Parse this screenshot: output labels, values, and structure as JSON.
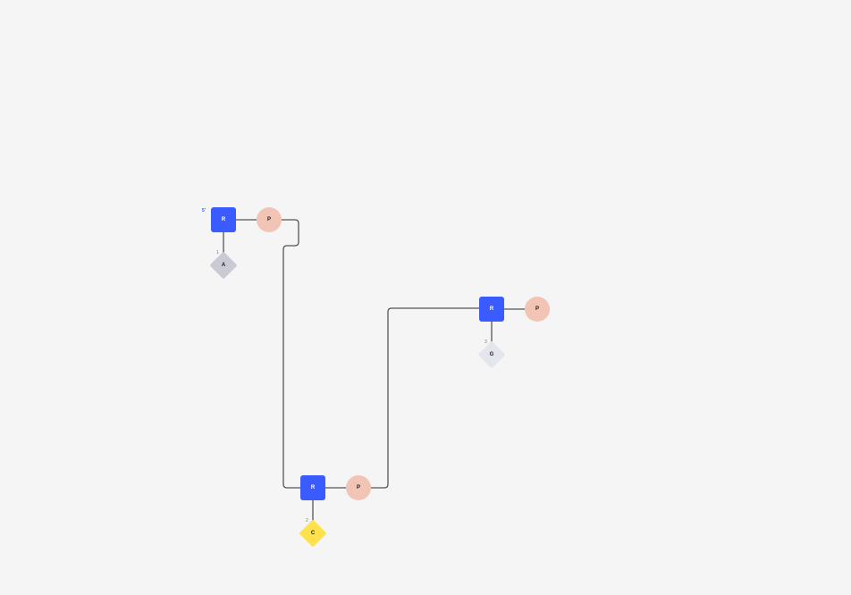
{
  "colors": {
    "background": "#f5f5f5",
    "r_node": "#3a5bff",
    "p_node": "#f2c4b5",
    "wire": "#555555",
    "diamond_a": "#c9cad4",
    "diamond_c": "#ffe14d",
    "diamond_g": "#e3e6ec",
    "marker_accent": "#3a5bff"
  },
  "groups": [
    {
      "id": "group-1",
      "r_label": "R",
      "p_label": "P",
      "diamond_label": "A",
      "diamond_number": "1",
      "marker": "5'"
    },
    {
      "id": "group-2",
      "r_label": "R",
      "p_label": "P",
      "diamond_label": "C",
      "diamond_number": "2",
      "marker": ""
    },
    {
      "id": "group-3",
      "r_label": "R",
      "p_label": "P",
      "diamond_label": "G",
      "diamond_number": "3",
      "marker": ""
    }
  ]
}
